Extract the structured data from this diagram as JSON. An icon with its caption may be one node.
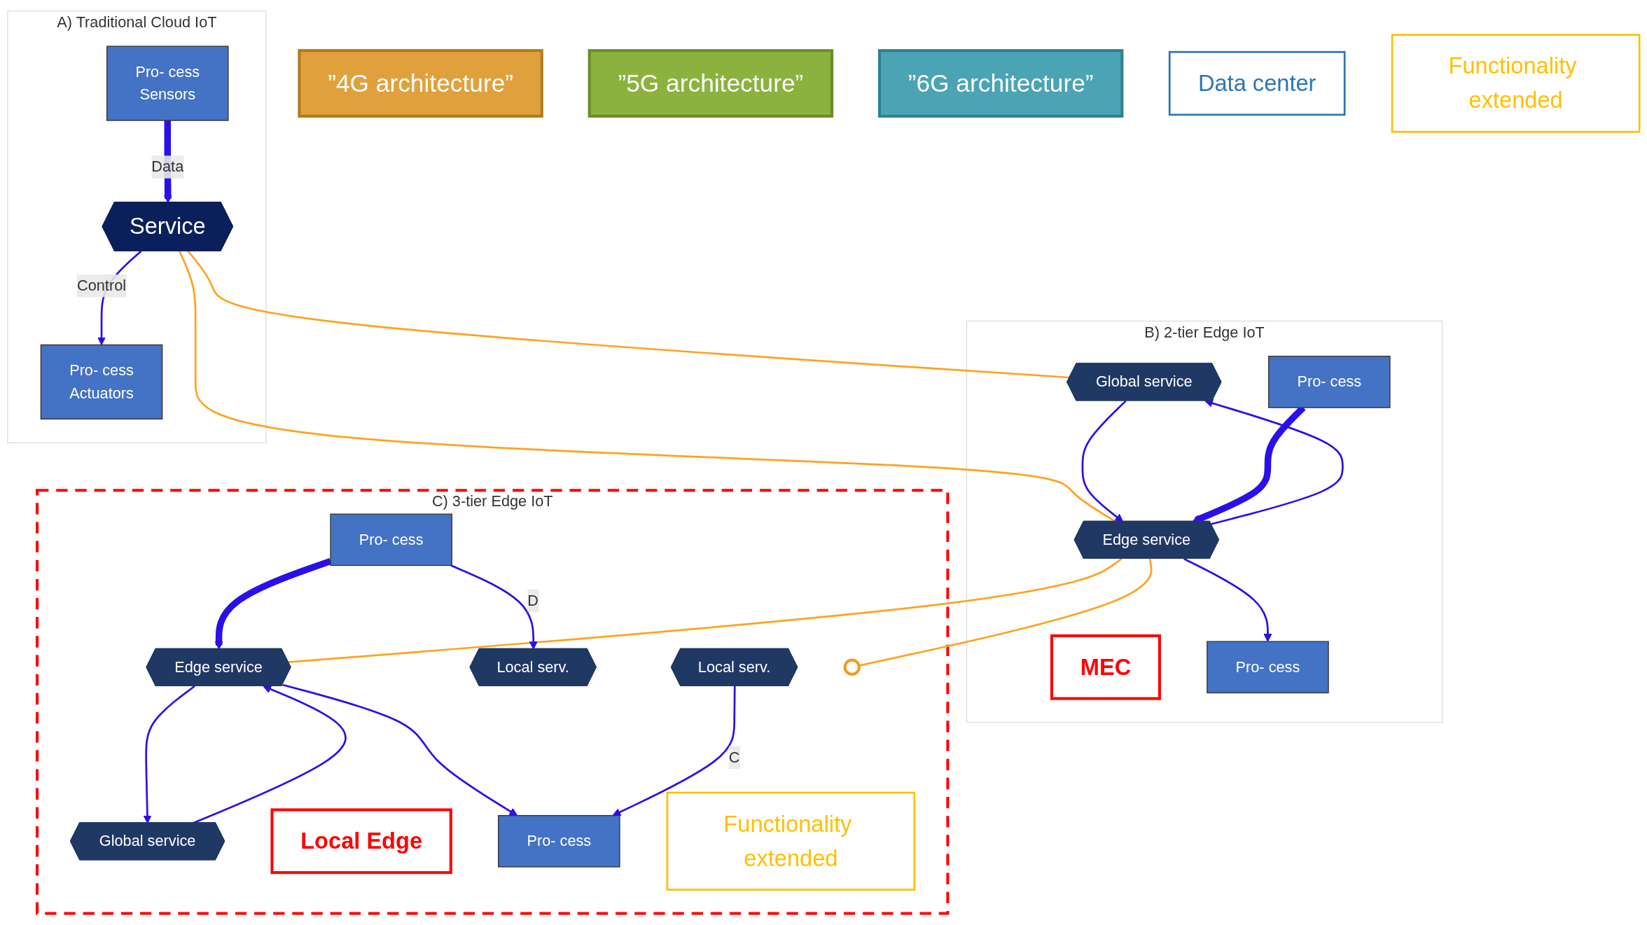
{
  "diagram": {
    "nodes": [
      {
        "text": [
          "”4G architecture”"
        ]
      },
      {
        "text": [
          "”5G architecture”"
        ]
      },
      {
        "text": [
          "”6G architecture”"
        ]
      },
      {
        "text": [
          "Data center"
        ]
      },
      {
        "text": [
          "A) Traditional Cloud IoT"
        ]
      },
      {
        "text": [
          "Service"
        ],
        "in": 4
      },
      {
        "text": [
          "Pro- cess",
          "Sensors"
        ],
        "in": 4
      },
      {
        "text": [
          "Pro- cess",
          "Actuators"
        ],
        "in": 4
      },
      {
        "text": [
          "B) 2-tier Edge IoT"
        ]
      },
      {
        "text": [
          "Global service"
        ],
        "in": 8
      },
      {
        "text": [
          "MEC"
        ],
        "in": 8
      },
      {
        "text": [
          "Edge service"
        ],
        "in": 8
      },
      {
        "text": [
          "Pro- cess"
        ],
        "in": 8
      },
      {
        "text": [
          "Pro- cess"
        ],
        "in": 8
      },
      {
        "text": [
          "Functionality extended"
        ]
      },
      {
        "text": [
          "C) 3-tier Edge IoT"
        ]
      },
      {
        "text": [
          "Global service"
        ],
        "in": 15
      },
      {
        "text": [
          "Edge service"
        ],
        "in": 15
      },
      {
        "text": [
          "Local Edge"
        ],
        "in": 15
      },
      {
        "text": [
          "Pro- cess"
        ],
        "in": 15
      },
      {
        "text": [
          "Local serv."
        ],
        "in": 15
      },
      {
        "text": [
          "Local serv."
        ],
        "in": 15
      },
      {
        "text": [
          "Pro- cess"
        ],
        "in": 15
      },
      {
        "text": [
          "Functionality extended"
        ],
        "in": 15
      },
      {
        "text": [],
        "shape": "circle",
        "in": 15
      }
    ],
    "edges": [
      {
        "from": 6,
        "to": 5,
        "arrow": "to",
        "label": "Data",
        "style": "thick"
      },
      {
        "from": 5,
        "to": 7,
        "arrow": "to",
        "label": "Control"
      },
      {
        "from": 5,
        "to": 9,
        "arrow": "none",
        "color": "#ffa21f"
      },
      {
        "from": 5,
        "to": 11,
        "arrow": "none",
        "color": "#ffa21f"
      },
      {
        "from": 11,
        "to": 9,
        "arrow": "to"
      },
      {
        "from": 9,
        "to": 11,
        "arrow": "to"
      },
      {
        "from": 12,
        "to": 11,
        "arrow": "to",
        "style": "thick"
      },
      {
        "from": 11,
        "to": 13,
        "arrow": "to"
      },
      {
        "from": 11,
        "to": 17,
        "arrow": "none",
        "color": "#ffa21f"
      },
      {
        "from": 11,
        "to": 24,
        "arrow": "none",
        "color": "#ffa21f"
      },
      {
        "from": 17,
        "to": 16,
        "arrow": "to"
      },
      {
        "from": 16,
        "to": 17,
        "arrow": "to"
      },
      {
        "from": 19,
        "to": 17,
        "arrow": "to",
        "style": "thick"
      },
      {
        "from": 17,
        "to": 22,
        "arrow": "to"
      },
      {
        "from": 19,
        "to": 20,
        "arrow": "to",
        "label": "D"
      },
      {
        "from": 21,
        "to": 22,
        "arrow": "to",
        "label": "C"
      }
    ]
  }
}
